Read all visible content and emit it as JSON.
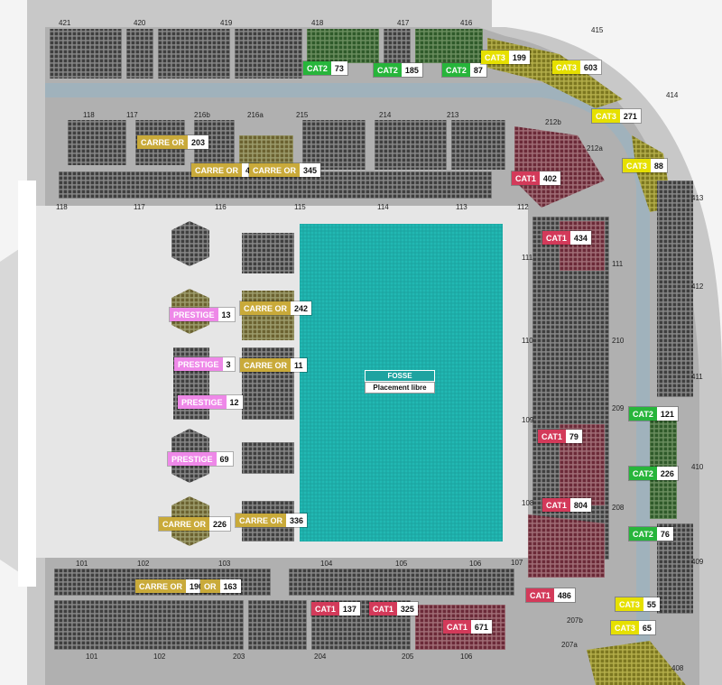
{
  "sections_upper": [
    "421",
    "420",
    "419",
    "418",
    "417",
    "416",
    "415",
    "414",
    "413",
    "412",
    "411",
    "410",
    "409",
    "408"
  ],
  "sections_mid_top": [
    "118",
    "117",
    "216b",
    "216a",
    "215",
    "214",
    "213",
    "212b",
    "212a"
  ],
  "sections_low_top": [
    "118",
    "117",
    "116",
    "115",
    "114",
    "113",
    "112"
  ],
  "sections_side": [
    "111",
    "110",
    "109",
    "108",
    "107"
  ],
  "sections_side_outer": [
    "111",
    "210",
    "209",
    "208"
  ],
  "sections_bottom_row1": [
    "101",
    "102",
    "103",
    "104",
    "105",
    "106"
  ],
  "sections_bottom_row2": [
    "101",
    "102",
    "203",
    "204",
    "205",
    "106",
    "207b",
    "207a"
  ],
  "fosse": {
    "title": "FOSSE",
    "subtitle": "Placement libre"
  },
  "badges": [
    {
      "cat": "CAT2",
      "count": "73",
      "type": "cat2"
    },
    {
      "cat": "CAT2",
      "count": "185",
      "type": "cat2"
    },
    {
      "cat": "CAT2",
      "count": "87",
      "type": "cat2"
    },
    {
      "cat": "CAT3",
      "count": "199",
      "type": "cat3"
    },
    {
      "cat": "CAT3",
      "count": "603",
      "type": "cat3"
    },
    {
      "cat": "CAT3",
      "count": "271",
      "type": "cat3"
    },
    {
      "cat": "CAT3",
      "count": "88",
      "type": "cat3"
    },
    {
      "cat": "CARRE OR",
      "count": "203",
      "type": "carre"
    },
    {
      "cat": "CARRE OR",
      "count": "44",
      "type": "carre"
    },
    {
      "cat": "CARRE OR",
      "count": "345",
      "type": "carre"
    },
    {
      "cat": "CAT1",
      "count": "402",
      "type": "cat1"
    },
    {
      "cat": "CAT1",
      "count": "434",
      "type": "cat1"
    },
    {
      "cat": "PRESTIGE",
      "count": "13",
      "type": "prestige"
    },
    {
      "cat": "CARRE OR",
      "count": "242",
      "type": "carre"
    },
    {
      "cat": "PRESTIGE",
      "count": "3",
      "type": "prestige"
    },
    {
      "cat": "CARRE OR",
      "count": "11",
      "type": "carre"
    },
    {
      "cat": "PRESTIGE",
      "count": "12",
      "type": "prestige"
    },
    {
      "cat": "PRESTIGE",
      "count": "69",
      "type": "prestige"
    },
    {
      "cat": "CARRE OR",
      "count": "226",
      "type": "carre"
    },
    {
      "cat": "CARRE OR",
      "count": "336",
      "type": "carre"
    },
    {
      "cat": "CAT2",
      "count": "121",
      "type": "cat2"
    },
    {
      "cat": "CAT1",
      "count": "79",
      "type": "cat1"
    },
    {
      "cat": "CAT2",
      "count": "226",
      "type": "cat2"
    },
    {
      "cat": "CAT1",
      "count": "804",
      "type": "cat1"
    },
    {
      "cat": "CAT2",
      "count": "76",
      "type": "cat2"
    },
    {
      "cat": "CARRE OR",
      "count": "190",
      "type": "carre"
    },
    {
      "cat": "OR",
      "count": "163",
      "type": "carre"
    },
    {
      "cat": "CAT1",
      "count": "486",
      "type": "cat1"
    },
    {
      "cat": "CAT3",
      "count": "55",
      "type": "cat3"
    },
    {
      "cat": "CAT1",
      "count": "137",
      "type": "cat1"
    },
    {
      "cat": "CAT1",
      "count": "325",
      "type": "cat1"
    },
    {
      "cat": "CAT1",
      "count": "671",
      "type": "cat1"
    },
    {
      "cat": "CAT3",
      "count": "65",
      "type": "cat3"
    }
  ]
}
